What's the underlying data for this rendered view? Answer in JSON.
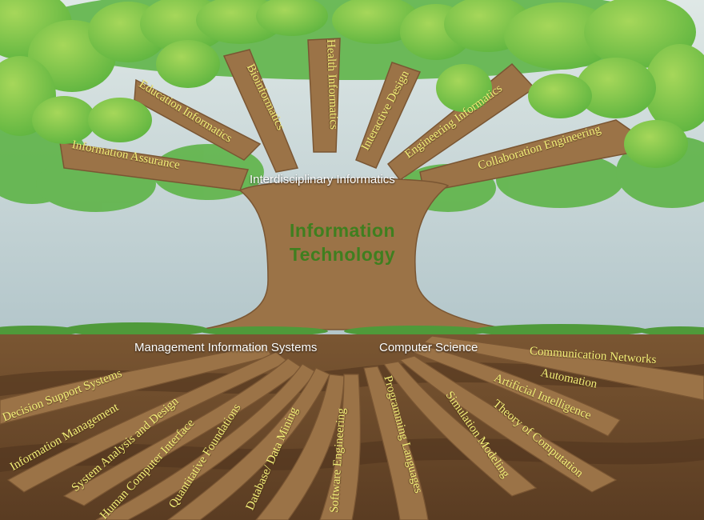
{
  "trunk": {
    "line1": "Information",
    "line2": "Technology"
  },
  "canopy_label": "Interdisciplinary Informatics",
  "branches": [
    "Information Assurance",
    "Education Informatics",
    "Bioinformatics",
    "Health Informatics",
    "Interactive Design",
    "Engineering Informatics",
    "Collaboration Engineering"
  ],
  "root_groups": {
    "mis": "Management Information Systems",
    "cs": "Computer Science"
  },
  "roots": [
    "Decision Support Systems",
    "Information Management",
    "System Analysis and Design",
    "Human Computer Interface",
    "Quantitative Foundations",
    "Database/ Data Mining",
    "Software Engineering",
    "Programming Languages",
    "Simulation Modeling",
    "Theory of Computation",
    "Artificial Intelligence",
    "Automation",
    "Communication Networks"
  ],
  "colors": {
    "sky": "#c4d4d6",
    "leaf_light": "#8cc63f",
    "leaf_dark": "#4aa83f",
    "trunk": "#9b7347",
    "soil": "#6b4a2c",
    "label_yellow": "#f4f07a",
    "title_green": "#3f7f1f"
  }
}
